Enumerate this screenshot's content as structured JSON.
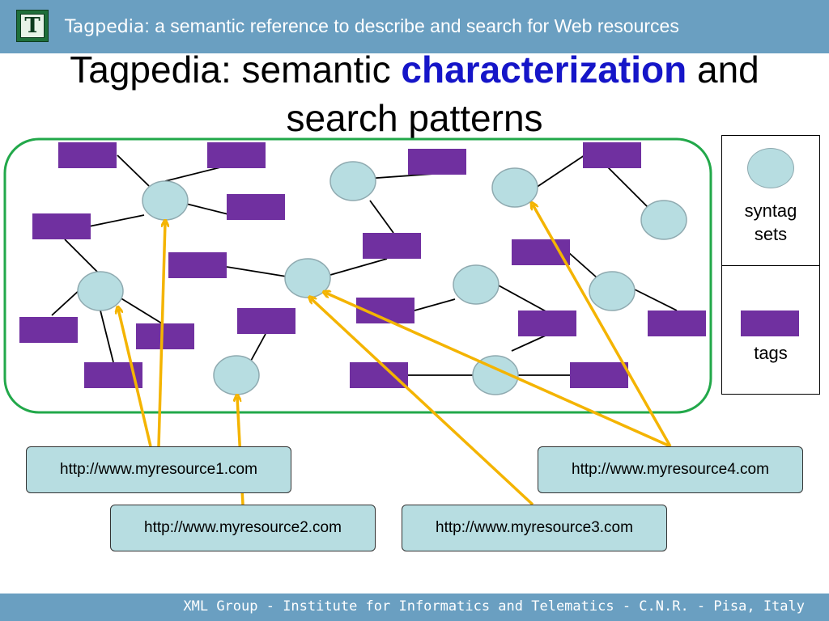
{
  "header": {
    "logo_letter": "T",
    "brand": "Tagpedia",
    "subtitle": ": a semantic reference to describe and search for Web resources",
    "bg_color": "#6a9fc1"
  },
  "title": {
    "part1": "Tagpedia: semantic ",
    "highlight": "characterization",
    "part2": " and",
    "line2": "search patterns",
    "highlight_color": "#1515c8"
  },
  "legend": {
    "syntag_label_line1": "syntag",
    "syntag_label_line2": "sets",
    "tags_label": "tags"
  },
  "resources": {
    "r1": "http://www.myresource1.com",
    "r2": "http://www.myresource2.com",
    "r3": "http://www.myresource3.com",
    "r4": "http://www.myresource4.com"
  },
  "footer": {
    "text": "XML Group - Institute for Informatics and Telematics - C.N.R. - Pisa, Italy"
  },
  "colors": {
    "tag": "#7030a0",
    "syntag_set": "#b7dde1",
    "group_border": "#22a84a",
    "arrow": "#f4b400"
  }
}
